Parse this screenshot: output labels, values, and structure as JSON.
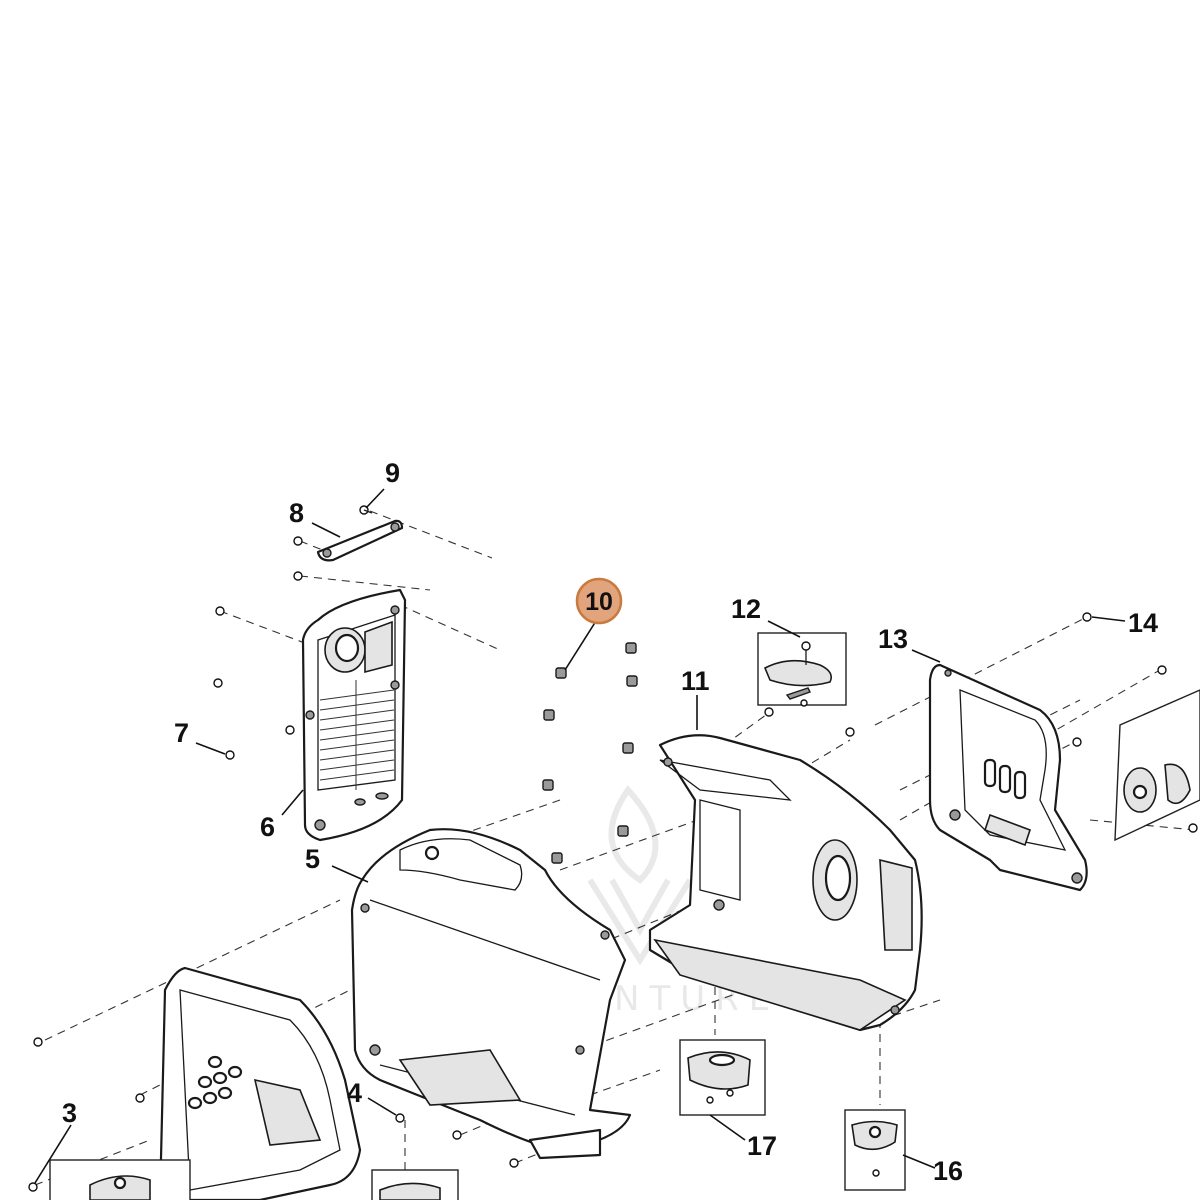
{
  "diagram": {
    "callouts": [
      "3",
      "4",
      "5",
      "6",
      "7",
      "8",
      "9",
      "10",
      "11",
      "12",
      "13",
      "14",
      "16",
      "17"
    ],
    "highlighted_callout": "10",
    "highlight_color": "#e2a47c",
    "highlight_stroke": "#c97a3f",
    "watermark": "LEADVENTURE"
  }
}
